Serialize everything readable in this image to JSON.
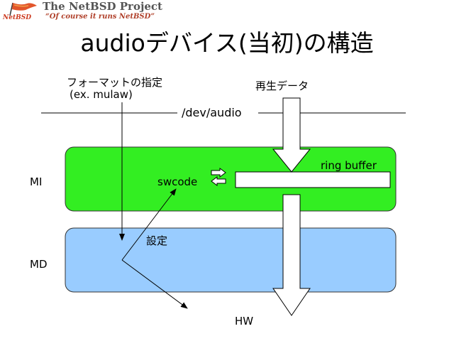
{
  "header": {
    "project_name": "The NetBSD Project",
    "tagline": "“Of course it runs NetBSD”",
    "logo_word": "NetBSD"
  },
  "slide": {
    "title": "audioデバイス(当初)の構造"
  },
  "diagram": {
    "format_label_line1": "フォーマットの指定",
    "format_label_line2": "(ex. mulaw)",
    "playback_label": "再生データ",
    "device_path": "/dev/audio",
    "mi_label": "MI",
    "md_label": "MD",
    "swcode_label": "swcode",
    "ring_buffer_label": "ring buffer",
    "settings_label": "設定",
    "hw_label": "HW"
  },
  "colors": {
    "mi_box": "#33ee22",
    "md_box": "#99ccff",
    "logo_accent": "#cc3a1f"
  }
}
